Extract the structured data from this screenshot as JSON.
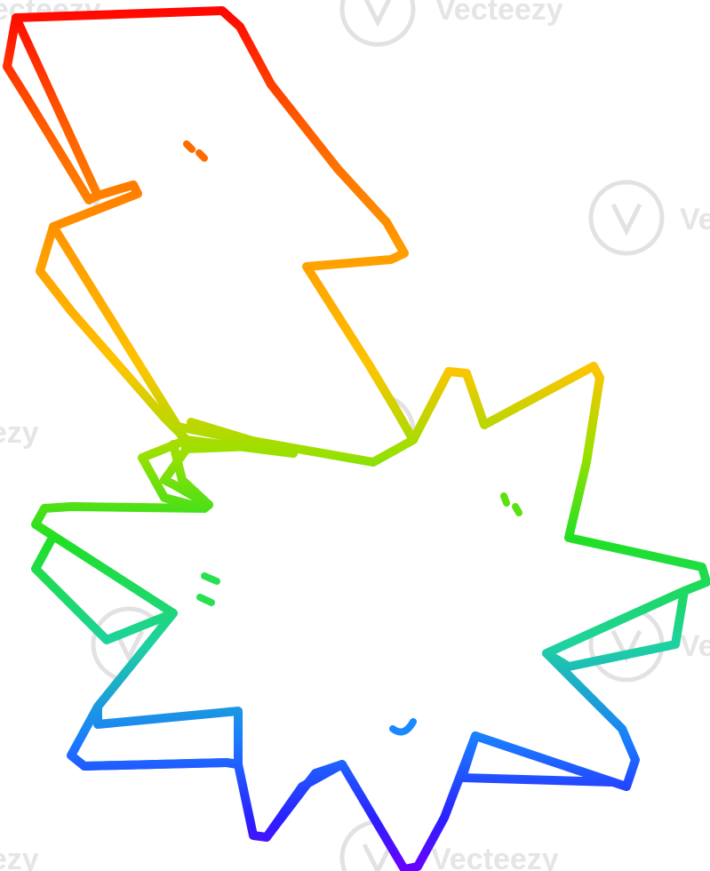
{
  "illustration": {
    "subject": "lightning-bolt-impact-cartoon",
    "style": "rainbow-gradient-line-art",
    "gradient_colors": [
      "#ff0000",
      "#ff7a00",
      "#ffc400",
      "#9be000",
      "#1fe024",
      "#1ed2a0",
      "#1a7cff",
      "#2b20ff",
      "#6a00ff"
    ],
    "background": "#ffffff"
  },
  "watermark": {
    "text": "Vecteezy",
    "icon": "vecteezy-v-logo-icon",
    "color": "#cfcfcf"
  }
}
